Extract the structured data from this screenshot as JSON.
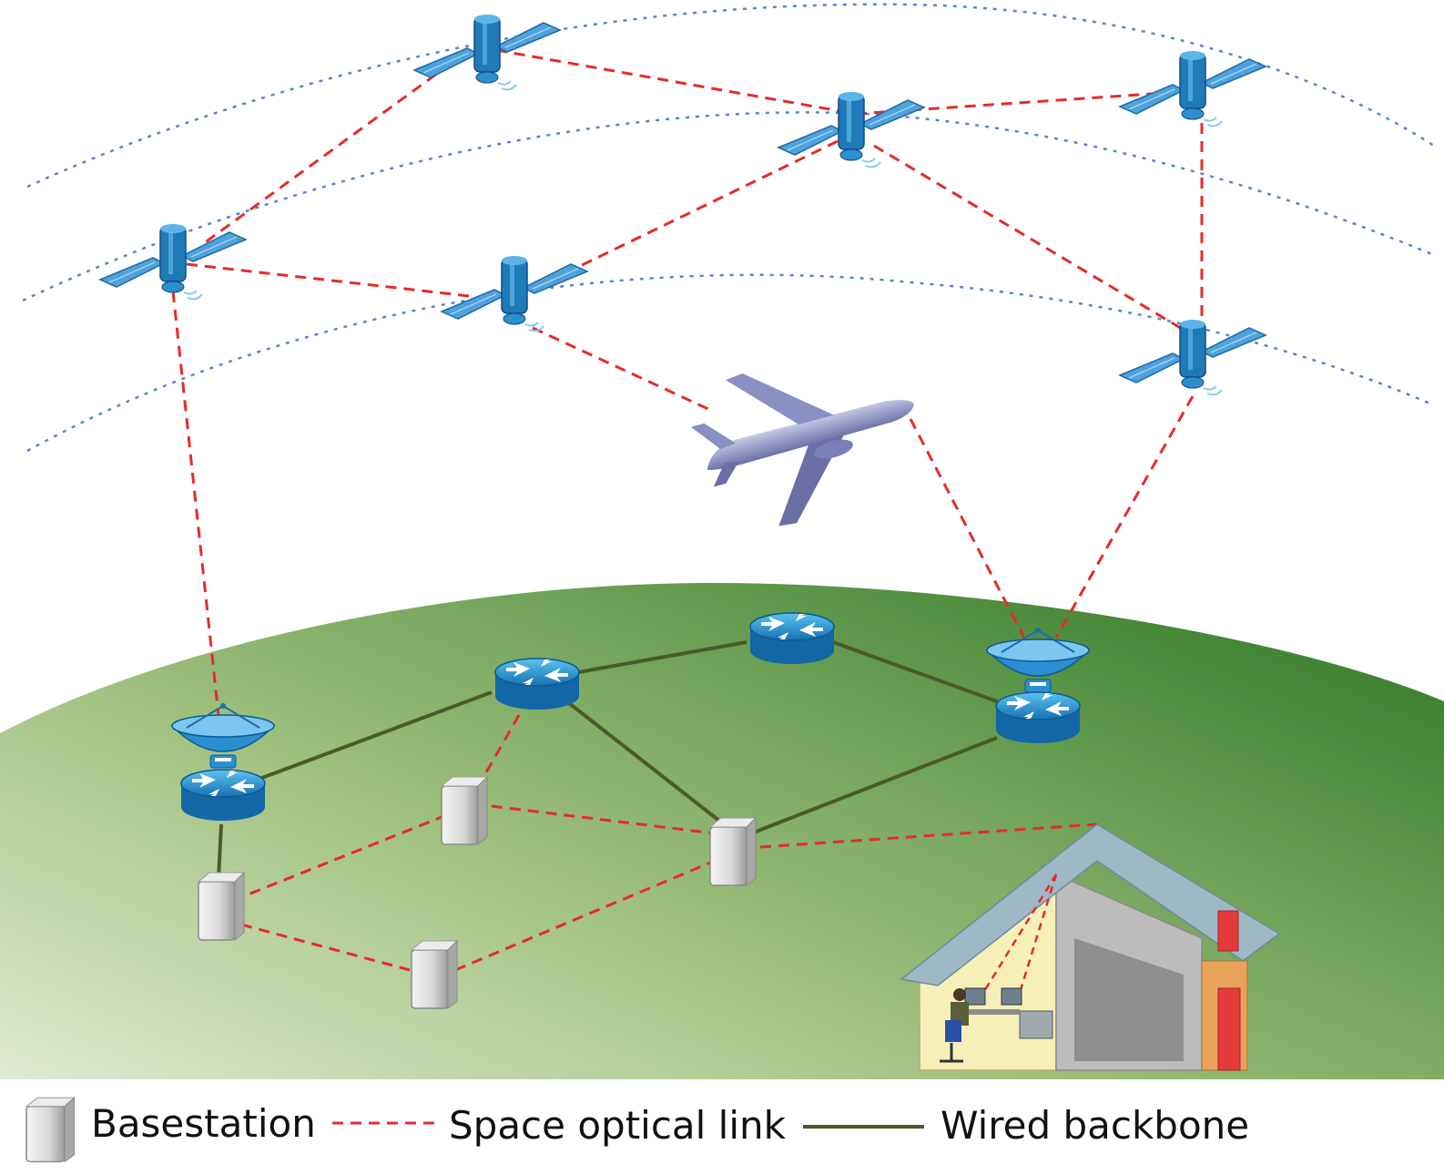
{
  "legend": {
    "basestation": "Basestation",
    "space_optical_link": "Space optical link",
    "wired_backbone": "Wired backbone"
  },
  "colors": {
    "optical_link": "#e52b2b",
    "wired_backbone": "#4b5a2a",
    "orbit": "#5b86c9",
    "ground_light": "#d6e3c4",
    "ground_dark": "#3b8130",
    "satellite": "#1f7ab8",
    "router": "#1f86c6"
  },
  "icons": [
    "satellite-icon",
    "airplane-icon",
    "router-icon",
    "satellite-dish-icon",
    "basestation-icon",
    "house-icon"
  ]
}
